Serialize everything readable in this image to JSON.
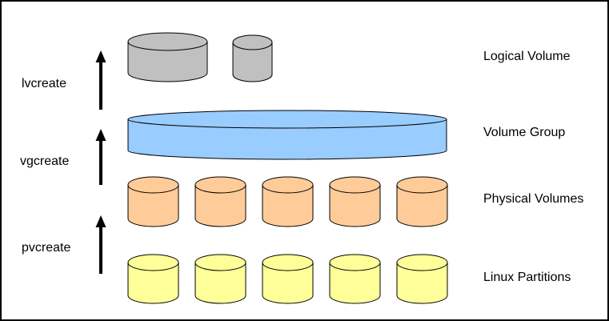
{
  "colors": {
    "background": "#ffffff",
    "border": "#000000",
    "outline": "#000000",
    "arrow": "#000000",
    "logical_volume": "#c0c0c0",
    "volume_group": "#99ccff",
    "physical_volumes": "#ffcc99",
    "linux_partitions": "#ffff99"
  },
  "commands": [
    {
      "label": "lvcreate"
    },
    {
      "label": "vgcreate"
    },
    {
      "label": "pvcreate"
    }
  ],
  "levels": [
    {
      "id": "logical_volume",
      "label": "Logical Volume",
      "cylinder_count": 2
    },
    {
      "id": "volume_group",
      "label": "Volume Group",
      "cylinder_count": 1
    },
    {
      "id": "physical_volumes",
      "label": "Physical Volumes",
      "cylinder_count": 5
    },
    {
      "id": "linux_partitions",
      "label": "Linux Partitions",
      "cylinder_count": 5
    }
  ]
}
